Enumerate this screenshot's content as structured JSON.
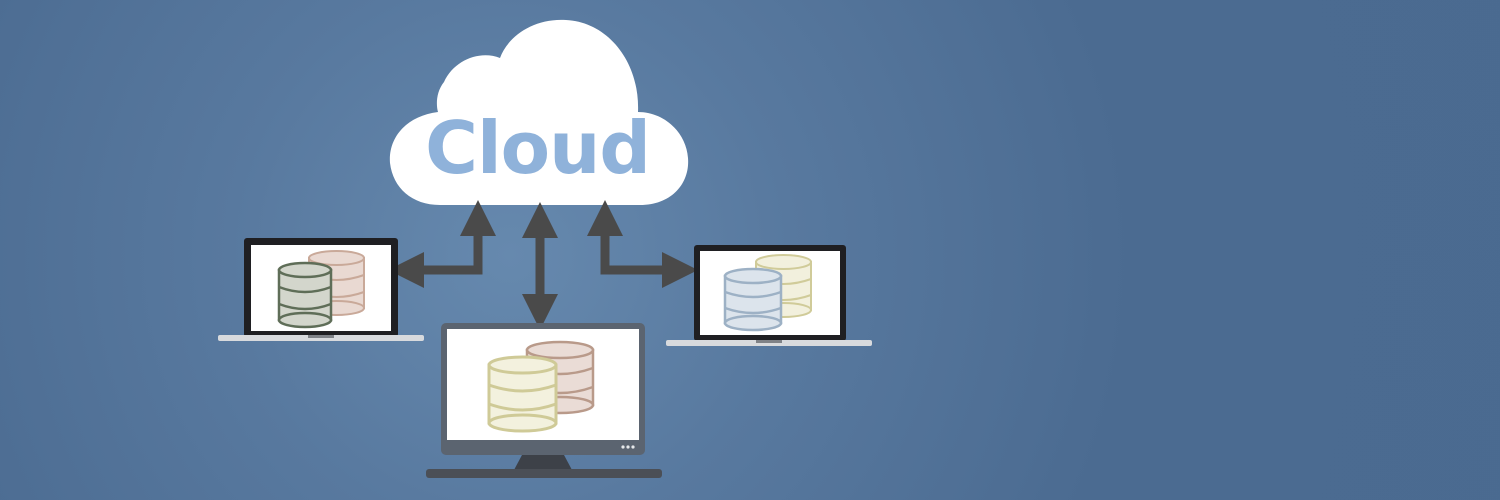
{
  "cloud": {
    "label": "Cloud"
  },
  "colors": {
    "background": "#4b6b91",
    "cloud_fill": "#ffffff",
    "cloud_text": "#8fb2da",
    "arrow": "#4a4a4a",
    "device_frame": "#1f1f22",
    "monitor_frame": "#5b6470",
    "laptop_base": "#d8dadd"
  },
  "icons": {
    "cloud": "cloud-icon",
    "arrows": "bidirectional-arrow-icon",
    "left_device": "laptop-icon",
    "center_device": "desktop-monitor-icon",
    "right_device": "laptop-icon",
    "storage": "database-stack-icon"
  },
  "devices": [
    {
      "id": "left",
      "type": "laptop",
      "databases": [
        {
          "color": "#e9d9d2",
          "stroke": "#c9a999"
        },
        {
          "color": "#d3d6cc",
          "stroke": "#5f6e58"
        }
      ]
    },
    {
      "id": "center",
      "type": "desktop",
      "databases": [
        {
          "color": "#eadcd6",
          "stroke": "#b99a8a"
        },
        {
          "color": "#f3f1de",
          "stroke": "#cfca97"
        }
      ]
    },
    {
      "id": "right",
      "type": "laptop",
      "databases": [
        {
          "color": "#f2f0dd",
          "stroke": "#d0cb99"
        },
        {
          "color": "#dce4ec",
          "stroke": "#9db1c5"
        }
      ]
    }
  ]
}
